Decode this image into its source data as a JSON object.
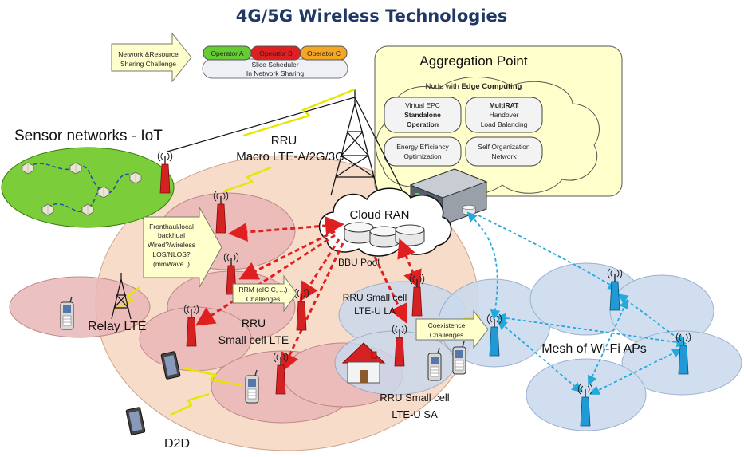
{
  "title": "4G/5G Wireless Technologies",
  "sharing": {
    "challenge_lines": [
      "Network &Resource",
      "Sharing Challenge"
    ],
    "operators": [
      "Operator A",
      "Operator B",
      "Operator C"
    ],
    "scheduler_lines": [
      "Slice Scheduler",
      "In Network Sharing"
    ]
  },
  "aggregation": {
    "title": "Aggregation Point",
    "node_prefix": "Node with ",
    "node_bold": "Edge Computing",
    "box1": [
      "Virtual EPC"
    ],
    "box1_bold": [
      "Standalone",
      "Operation"
    ],
    "box2_bold": [
      "MultiRAT"
    ],
    "box2": [
      "Handover",
      "Load Balancing"
    ],
    "box3": [
      "Energy Efficiency",
      "Optimization"
    ],
    "box4": [
      "Self Organization",
      "Network"
    ]
  },
  "sensor_label": "Sensor networks - IoT",
  "macro_label": [
    "RRU",
    "Macro LTE-A/2G/3G"
  ],
  "cloud_label": "Cloud RAN",
  "bbu_label": "BBU Pool",
  "fronthaul_lines": [
    "Fronthaul/local",
    "backhual",
    "Wired?/wireless",
    "LOS/NLOS?",
    "(mmWave..)"
  ],
  "rrm_lines": [
    "RRM (eICIC, ...)",
    "Challenges"
  ],
  "relay_label": "Relay LTE",
  "small_cell_lte": [
    "RRU",
    "Small cell  LTE"
  ],
  "small_cell_la": [
    "RRU Small cell",
    "LTE-U LA"
  ],
  "coexistence_lines": [
    "Coexistence",
    "Challenges"
  ],
  "mesh_label": "Mesh of Wi-Fi APs",
  "small_cell_sa": [
    "RRU Small cell",
    "LTE-U SA"
  ],
  "d2d_label": "D2D",
  "colors": {
    "title": "#1f3864",
    "operator_a": "#66cc33",
    "operator_b": "#e02020",
    "operator_c": "#f5a623",
    "macro_cell": "#f7d9c4",
    "small_cell": "#e9b7b7",
    "wifi_cell": "#c9d9ee",
    "iot": "#7ccd3a",
    "cloud_box": "#ffffcc"
  }
}
